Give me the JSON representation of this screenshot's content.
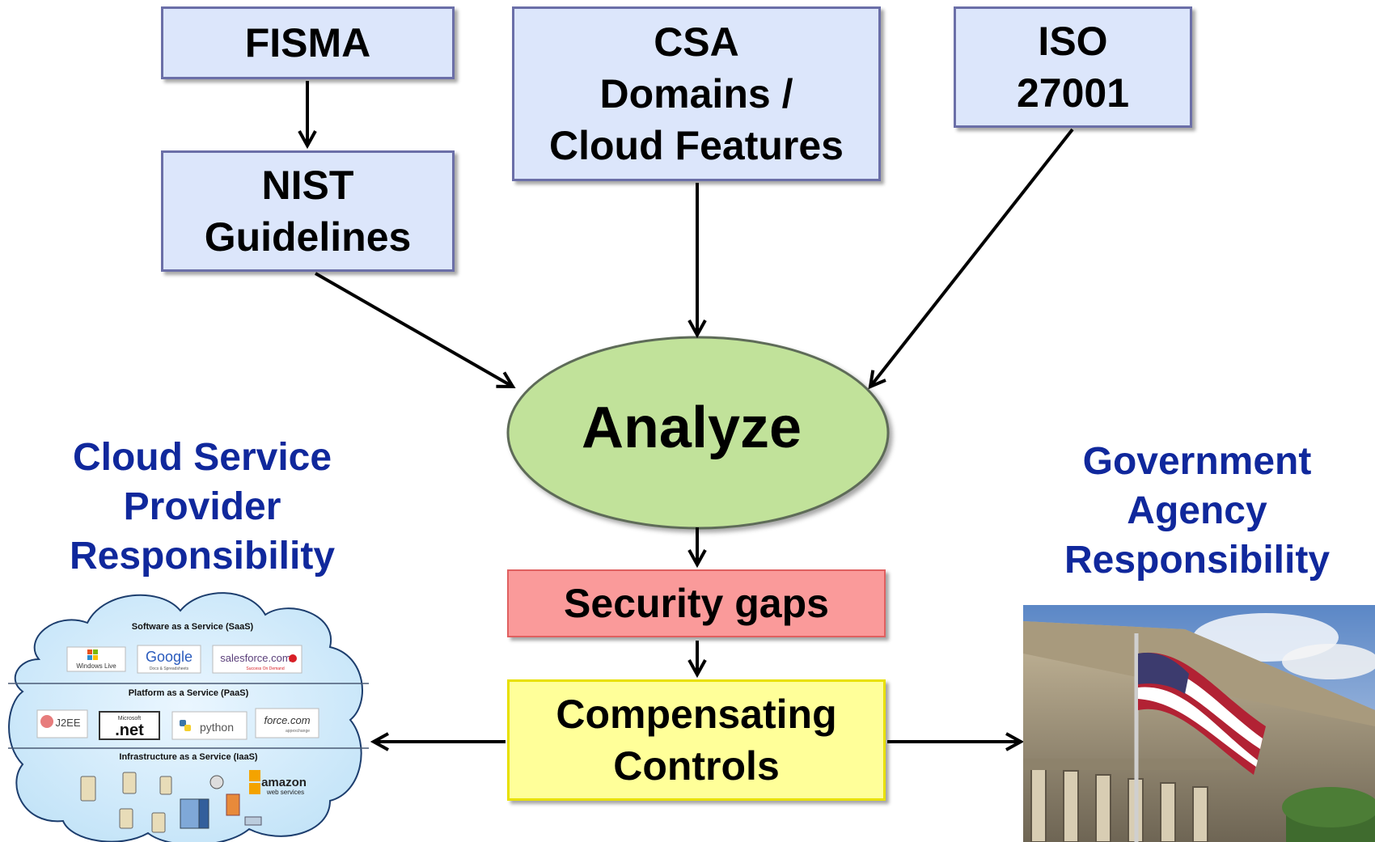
{
  "boxes": {
    "fisma": [
      "FISMA"
    ],
    "nist": [
      "NIST",
      "Guidelines"
    ],
    "csa": [
      "CSA",
      "Domains /",
      "Cloud Features"
    ],
    "iso": [
      "ISO",
      "27001"
    ]
  },
  "analyze": "Analyze",
  "security_gaps": "Security gaps",
  "compensating": [
    "Compensating",
    "Controls"
  ],
  "csp_label": [
    "Cloud Service",
    "Provider",
    "Responsibility"
  ],
  "gov_label": [
    "Government",
    "Agency",
    "Responsibility"
  ],
  "cloud": {
    "saas": "Software as a Service (SaaS)",
    "paas": "Platform as a Service (PaaS)",
    "iaas": "Infrastructure as a Service (IaaS)",
    "saas_logos": [
      "Windows Live",
      "Google",
      "salesforce.com"
    ],
    "paas_logos": [
      "J2EE",
      ".net",
      "python",
      "force.com"
    ],
    "iaas_logos": [
      "amazon",
      "web services"
    ],
    "google_sub": "Docs & Spreadsheets",
    "sf_sub": "Success On Demand",
    "ms_top": "Microsoft",
    "force_sub": "appexchange"
  },
  "colors": {
    "box_fill": "#dce6fb",
    "box_border": "#6b6fa8",
    "analyze_fill": "#c1e29a",
    "gaps_fill": "#fa9a9a",
    "controls_fill": "#ffff99",
    "side_label": "#10289c"
  }
}
